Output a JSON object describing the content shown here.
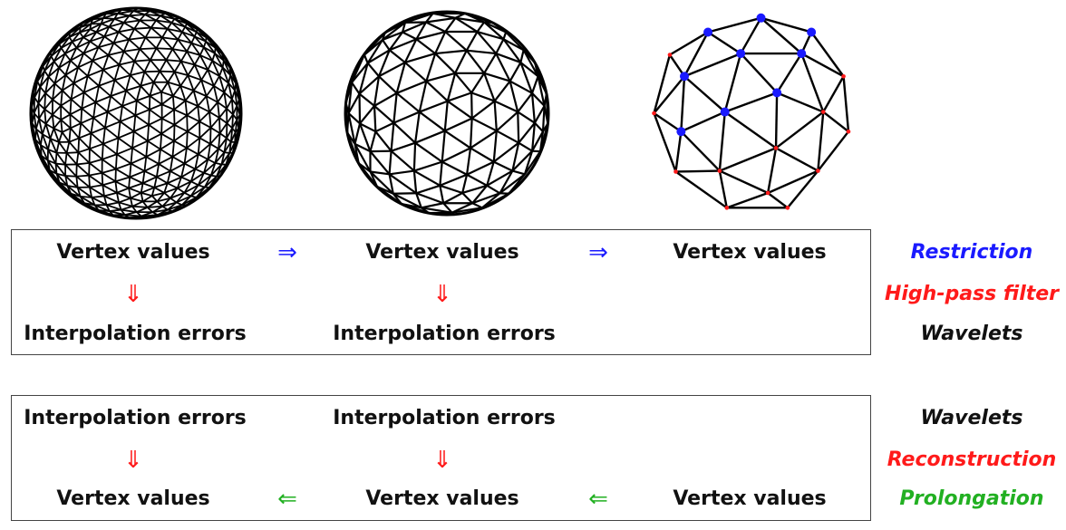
{
  "top": {
    "row1": {
      "col1": "Vertex values",
      "col2": "Vertex values",
      "col3": "Vertex values"
    },
    "row2_arrows": {
      "col1": "⇓",
      "col2": "⇓"
    },
    "row3": {
      "col1": "Interpolation errors",
      "col2": "Interpolation errors"
    },
    "between_arrows": [
      "⇒",
      "⇒"
    ]
  },
  "bottom": {
    "row1": {
      "col1": "Interpolation errors",
      "col2": "Interpolation errors"
    },
    "row2_arrows": {
      "col1": "⇓",
      "col2": "⇓"
    },
    "row3": {
      "col1": "Vertex values",
      "col2": "Vertex values",
      "col3": "Vertex values"
    },
    "between_arrows": [
      "⇐",
      "⇐"
    ]
  },
  "labels": {
    "restriction": "Restriction",
    "highpass": "High-pass filter",
    "wavelets_top": "Wavelets",
    "wavelets_bottom": "Wavelets",
    "reconstruction": "Reconstruction",
    "prolongation": "Prolongation"
  },
  "colors": {
    "blue": "#1a1aff",
    "red": "#ff1a1a",
    "green": "#22b022",
    "black": "#111111"
  },
  "spheres": [
    "fine-mesh-sphere",
    "medium-mesh-sphere",
    "coarse-mesh-sphere"
  ]
}
